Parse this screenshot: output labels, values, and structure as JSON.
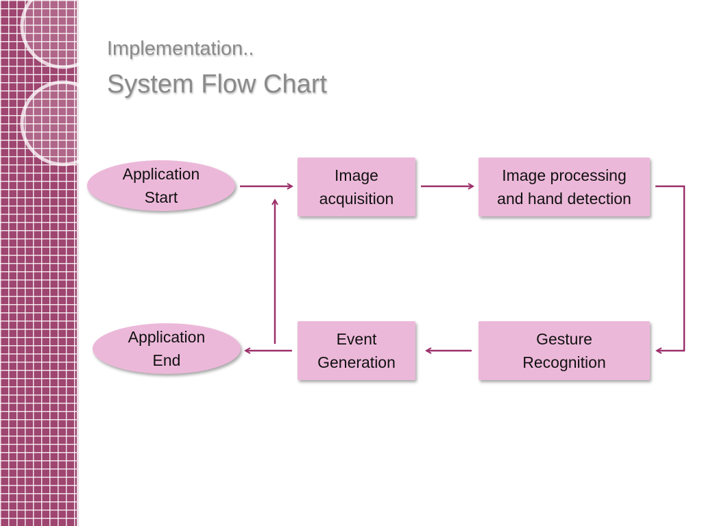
{
  "slide": {
    "title_line1": "Implementation..",
    "title_line2": "System Flow Chart"
  },
  "colors": {
    "accent": "#9e4570",
    "node_fill": "#ecb8d9",
    "arrow": "#9b2f6a",
    "title_text": "#8a8a8a"
  },
  "flowchart": {
    "nodes": {
      "app_start": {
        "label": "Application\nStart",
        "shape": "oval"
      },
      "image_acquisition": {
        "label": "Image\nacquisition",
        "shape": "box"
      },
      "image_processing": {
        "label": "Image processing\nand hand detection",
        "shape": "box"
      },
      "gesture_recognition": {
        "label": "Gesture\nRecognition",
        "shape": "box"
      },
      "event_generation": {
        "label": "Event\nGeneration",
        "shape": "box"
      },
      "app_end": {
        "label": "Application\nEnd",
        "shape": "oval"
      }
    },
    "edges": [
      {
        "from": "app_start",
        "to": "image_acquisition"
      },
      {
        "from": "image_acquisition",
        "to": "image_processing"
      },
      {
        "from": "image_processing",
        "to": "gesture_recognition"
      },
      {
        "from": "gesture_recognition",
        "to": "event_generation"
      },
      {
        "from": "event_generation",
        "to": "app_end"
      },
      {
        "from": "event_generation",
        "to": "image_acquisition"
      }
    ]
  }
}
